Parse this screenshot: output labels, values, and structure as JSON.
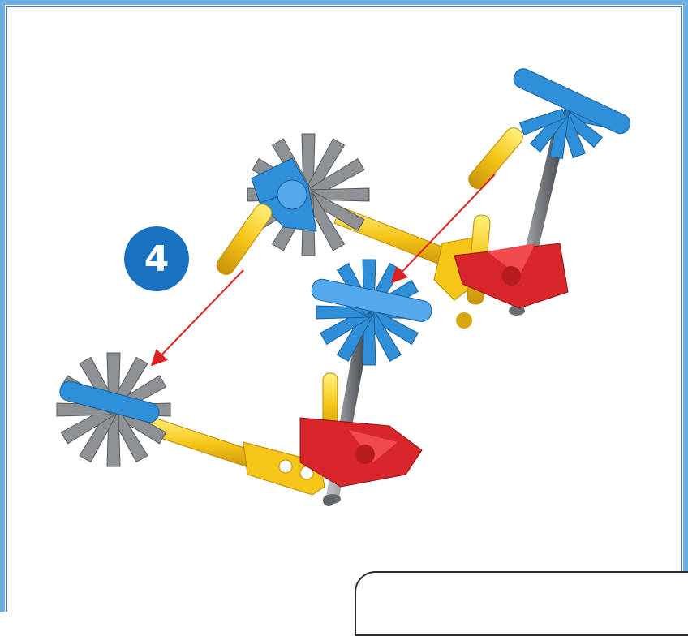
{
  "step": {
    "number": "4"
  },
  "colors": {
    "frame": "#6aaee6",
    "badge": "#1a71c0",
    "connector_blue": "#2f8fd8",
    "connector_gray": "#8e9295",
    "connector_red": "#d9262b",
    "rod_yellow": "#f5c518",
    "rod_gray": "#8a8c8e",
    "arrow_red": "#e02020"
  },
  "parts": [
    {
      "name": "blue-connector-top-right",
      "color": "blue"
    },
    {
      "name": "gray-connector-top-left",
      "color": "gray"
    },
    {
      "name": "blue-connector-center",
      "color": "blue"
    },
    {
      "name": "red-connector-right",
      "color": "red"
    },
    {
      "name": "gray-connector-bottom-left",
      "color": "gray"
    },
    {
      "name": "red-connector-bottom",
      "color": "red"
    }
  ]
}
